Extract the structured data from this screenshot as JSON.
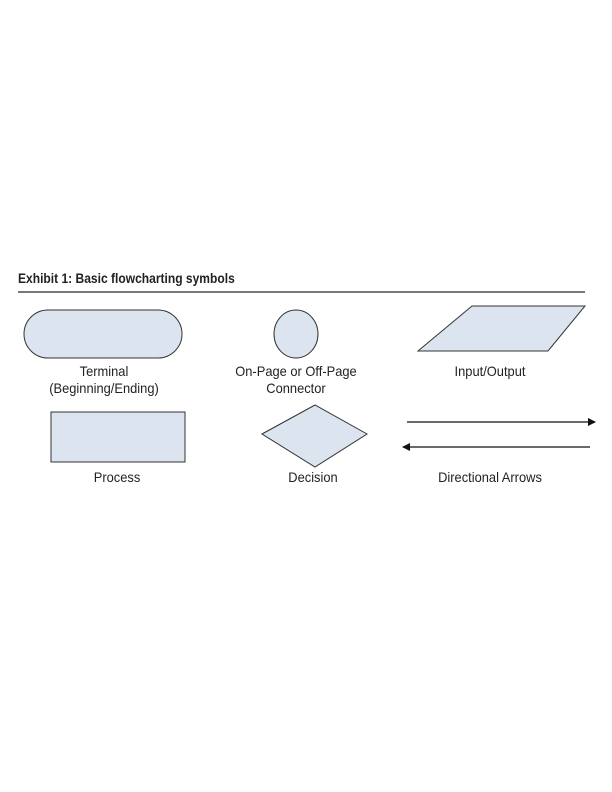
{
  "title": "Exhibit 1: Basic flowcharting symbols",
  "colors": {
    "fill": "#dce5ef",
    "stroke": "#333333",
    "rule": "#777777"
  },
  "symbols": [
    {
      "name": "terminal",
      "label_lines": [
        "Terminal",
        "(Beginning/Ending)"
      ]
    },
    {
      "name": "connector",
      "label_lines": [
        "On-Page or Off-Page",
        "Connector"
      ]
    },
    {
      "name": "input-output",
      "label_lines": [
        "Input/Output"
      ]
    },
    {
      "name": "process",
      "label_lines": [
        "Process"
      ]
    },
    {
      "name": "decision",
      "label_lines": [
        "Decision"
      ]
    },
    {
      "name": "directional-arrows",
      "label_lines": [
        "Directional Arrows"
      ]
    }
  ]
}
